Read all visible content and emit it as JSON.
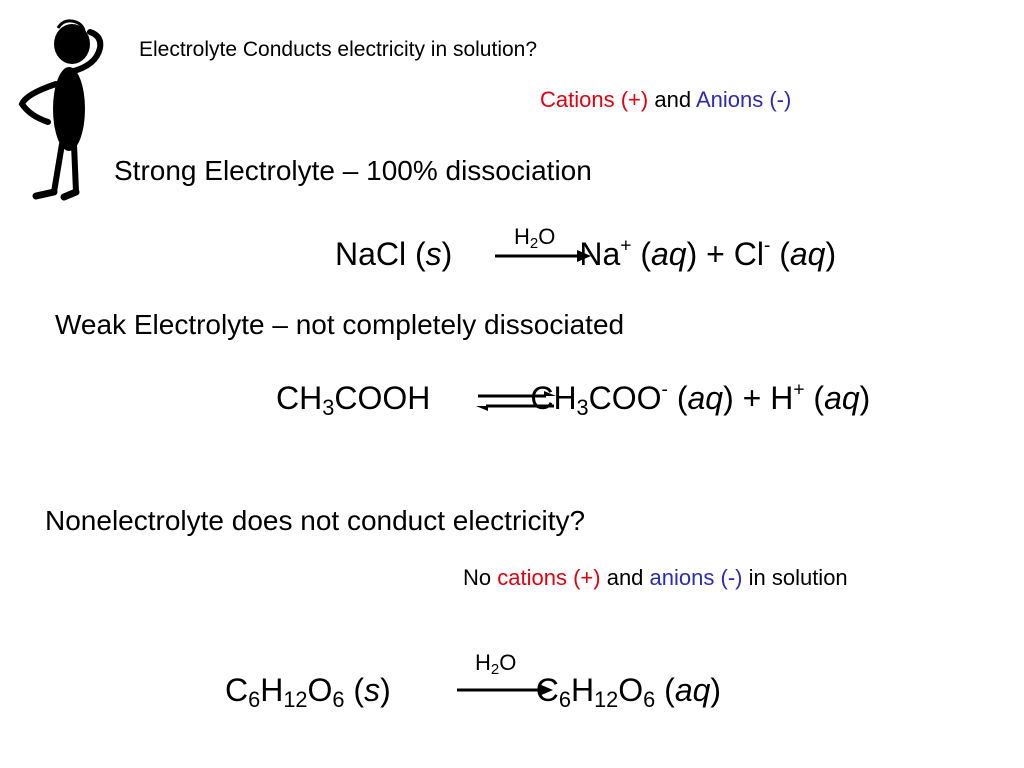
{
  "question1": "Electrolyte Conducts electricity in solution?",
  "note1": {
    "cations": "Cations (+)",
    "and": "and",
    "anions": "Anions (-)"
  },
  "strong": {
    "heading": "Strong Electrolyte – 100% dissociation"
  },
  "eq1": {
    "reactant": "NaCl (",
    "state_s": "s",
    "close1": ")",
    "product1": "Na",
    "product1_charge": "+",
    "open2": "(",
    "state_aq1": "aq",
    "mid": ") + Cl",
    "product2_charge": "-",
    "open3": "(",
    "state_aq2": "aq",
    "close3": ")",
    "solvent": {
      "H": "H",
      "sub": "2",
      "O": "O"
    }
  },
  "weak": {
    "heading": "Weak Electrolyte – not completely dissociated"
  },
  "eq2": {
    "r_ch": "CH",
    "r_sub": "3",
    "r_rest": "COOH",
    "p_ch": "CH",
    "p_sub": "3",
    "p_rest": "COO",
    "p_charge": "-",
    "open1": "(",
    "state_aq1": "aq",
    "mid": ") + H",
    "h_charge": "+",
    "open2": "(",
    "state_aq2": "aq",
    "close2": ")"
  },
  "nonelectrolyte": {
    "heading": "Nonelectrolyte does not conduct electricity?"
  },
  "note2": {
    "no": "No",
    "cations": "cations (+)",
    "and": "and",
    "anions": "anions (-)",
    "tail": "in solution"
  },
  "eq3": {
    "c": "C",
    "c_sub": "6",
    "h": "H",
    "h_sub": "12",
    "o": "O",
    "o_sub": "6",
    "open1": "(",
    "state_s": "s",
    "close1": ")",
    "p_c": "C",
    "p_c_sub": "6",
    "p_h": "H",
    "p_h_sub": "12",
    "p_o": "O",
    "p_o_sub": "6",
    "open2": "(",
    "state_aq": "aq",
    "close2": ")",
    "solvent": {
      "H": "H",
      "sub": "2",
      "O": "O"
    }
  },
  "colors": {
    "red": "#e3000f",
    "blue": "#2c2ab8"
  },
  "icons": {
    "figure": "thinking-stick-figure-icon"
  }
}
